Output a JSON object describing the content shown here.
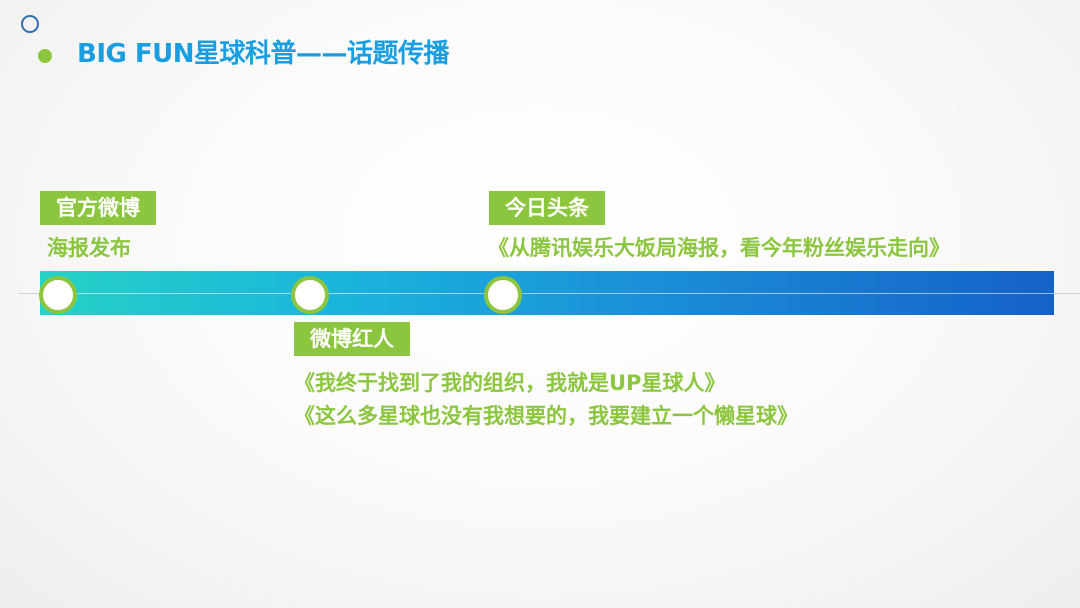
{
  "title": "BIG FUN星球科普——话题传播",
  "colors": {
    "accent_green": "#8cc63e",
    "title_blue": "#1a9ee2",
    "bar_start": "#25d2c6",
    "bar_end": "#1561c8"
  },
  "timeline": {
    "events": [
      {
        "tag": "官方微博",
        "lines": [
          "海报发布"
        ]
      },
      {
        "tag": "微博红人",
        "lines": [
          "《我终于找到了我的组织，我就是UP星球人》",
          "《这么多星球也没有我想要的，我要建立一个懒星球》"
        ]
      },
      {
        "tag": "今日头条",
        "lines": [
          "《从腾讯娱乐大饭局海报，看今年粉丝娱乐走向》"
        ]
      }
    ]
  }
}
